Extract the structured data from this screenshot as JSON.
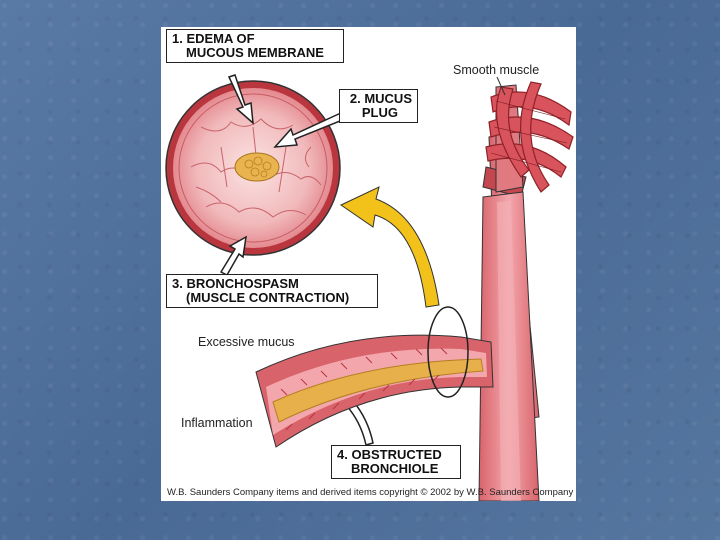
{
  "labels": {
    "edema_line1": "1. EDEMA OF",
    "edema_line2": "MUCOUS MEMBRANE",
    "mucus_line1": "2. MUCUS",
    "mucus_line2": "PLUG",
    "bronchospasm_line1": "3. BRONCHOSPASM",
    "bronchospasm_line2": "(MUSCLE CONTRACTION)",
    "obstructed_line1": "4. OBSTRUCTED",
    "obstructed_line2": "BRONCHIOLE",
    "smooth_muscle": "Smooth muscle",
    "excessive_mucus": "Excessive mucus",
    "inflammation": "Inflammation"
  },
  "copyright": "W.B. Saunders Company items and derived items copyright © 2002 by W.B. Saunders Company",
  "colors": {
    "background": "#4f709c",
    "tissue": "#e8838a",
    "tissue_dark": "#c4474f",
    "mucus": "#e8b04a",
    "arrow": "#f2c21a"
  }
}
